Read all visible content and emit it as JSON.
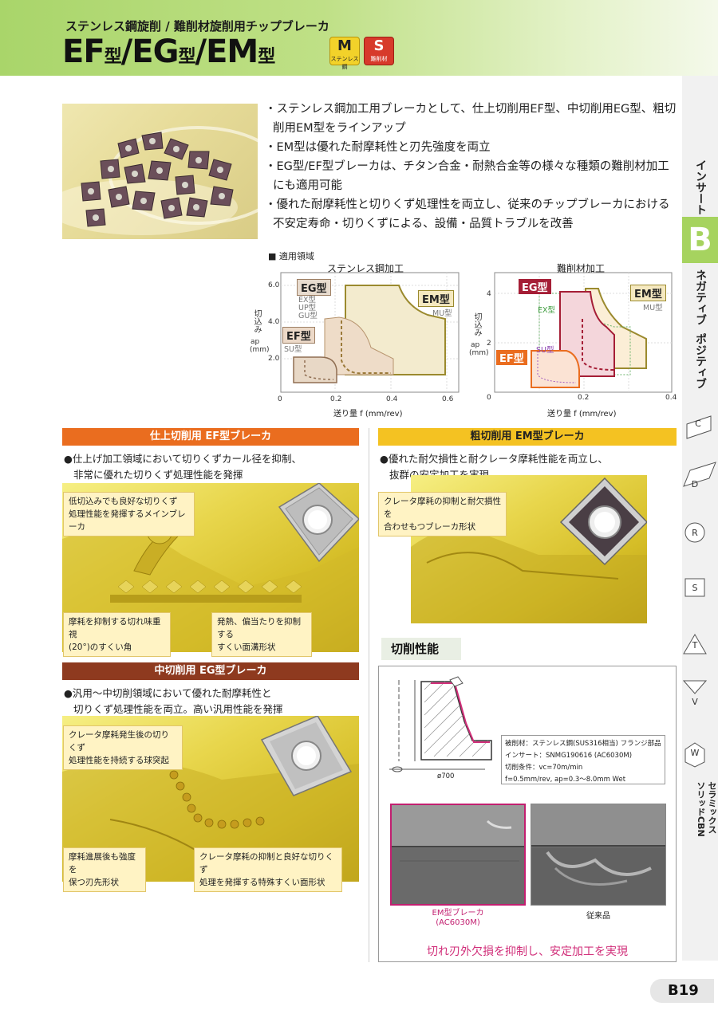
{
  "header": {
    "subtitle": "ステンレス鋼旋削 / 難削材旋削用チップブレーカ",
    "title_ef": "EF",
    "title_ef_suffix": "型",
    "title_sep1": "/",
    "title_eg": "EG",
    "title_eg_suffix": "型",
    "title_sep2": "/",
    "title_em": "EM",
    "title_em_suffix": "型",
    "badge_m": "M",
    "badge_m_caption": "ステンレス鋼",
    "badge_s": "S",
    "badge_s_caption": "難削材"
  },
  "side_tabs": {
    "insert": "インサート",
    "section": "B",
    "negative": "ネガティブ",
    "positive": "ポジティブ",
    "shapes": [
      "C",
      "D",
      "R",
      "S",
      "T",
      "V",
      "W"
    ],
    "ceramic": "セラミックス",
    "cbn": "ソリッドCBN"
  },
  "intro": {
    "bullets": [
      "・ステンレス鋼加工用ブレーカとして、仕上切削用EF型、中切削用EG型、粗切削用EM型をラインアップ",
      "・EM型は優れた耐摩耗性と刃先強度を両立",
      "・EG型/EF型ブレーカは、チタン合金・耐熱合金等の様々な種類の難削材加工にも適用可能",
      "・優れた耐摩耗性と切りくず処理性を両立し、従来のチップブレーカにおける不安定寿命・切りくずによる、設備・品質トラブルを改善"
    ]
  },
  "graphs": {
    "legend": "■ 適用領域",
    "left_title": "ステンレス鋼加工",
    "right_title": "難削材加工",
    "ylabel_1": "切込み",
    "ylabel_2": "ap",
    "ylabel_3": "(mm)",
    "xlabel": "送り量 f (mm/rev)",
    "left_y_ticks": [
      "6.0",
      "4.0",
      "2.0"
    ],
    "left_x_ticks": [
      "0",
      "0.2",
      "0.4",
      "0.6"
    ],
    "right_y_ticks": [
      "4",
      "2"
    ],
    "right_x_ticks": [
      "0",
      "0.2",
      "0.4"
    ],
    "left_labels": {
      "eg": "EG型",
      "ex": "EX型",
      "up": "UP型",
      "gu": "GU型",
      "ef": "EF型",
      "su": "SU型",
      "em": "EM型",
      "mu": "MU型"
    },
    "right_labels": {
      "eg": "EG型",
      "ex": "EX型",
      "ef": "EF型",
      "su": "SU型",
      "em": "EM型",
      "mu": "MU型"
    }
  },
  "ef_section": {
    "title": "仕上切削用 EF型ブレーカ",
    "desc_1": "●仕上げ加工領域において切りくずカール径を抑制、",
    "desc_2": "非常に優れた切りくず処理性能を発揮",
    "callout_main_1": "低切込みでも良好な切りくず",
    "callout_main_2": "処理性能を発揮するメインブレーカ",
    "callout_angle_1": "摩耗を抑制する切れ味重視",
    "callout_angle_2": "(20°)のすくい角",
    "callout_groove_1": "発熱、偏当たりを抑制する",
    "callout_groove_2": "すくい面溝形状"
  },
  "em_section": {
    "title": "粗切削用 EM型ブレーカ",
    "desc_1": "●優れた耐欠損性と耐クレータ摩耗性能を両立し、",
    "desc_2": "抜群の安定加工を実現",
    "callout_1": "クレータ摩耗の抑制と耐欠損性を",
    "callout_2": "合わせもつブレーカ形状"
  },
  "eg_section": {
    "title": "中切削用 EG型ブレーカ",
    "desc_1": "●汎用～中切削領域において優れた耐摩耗性と",
    "desc_2": "切りくず処理性能を両立。高い汎用性能を発揮",
    "callout_ball_1": "クレータ摩耗発生後の切りくず",
    "callout_ball_2": "処理性能を持続する球突起",
    "callout_edge_1": "摩耗進展後も強度を",
    "callout_edge_2": "保つ刃先形状",
    "callout_face_1": "クレータ摩耗の抑制と良好な切りくず",
    "callout_face_2": "処理を発揮する特殊すくい面形状"
  },
  "performance": {
    "title": "切削性能",
    "diameter": "ø700",
    "cond_1": "被削材：ステンレス鋼(SUS316相当) フランジ部品",
    "cond_2": "インサート：SNMG190616 (AC6030M)",
    "cond_3": "切削条件：vc=70m/min",
    "cond_4": "f=0.5mm/rev, ap=0.3～8.0mm Wet",
    "photo_left_1": "EM型ブレーカ",
    "photo_left_2": "(AC6030M)",
    "photo_right": "従来品",
    "conclusion": "切れ刃外欠損を抑制し、安定加工を実現"
  },
  "page": {
    "number": "B19"
  },
  "colors": {
    "accent_green": "#a6d35f",
    "ef_orange": "#ea6d1f",
    "em_yellow": "#f4c222",
    "eg_brown": "#8e3a1f",
    "em_olive": "#9b8a2e",
    "eg_red": "#a51e36",
    "pink_text": "#d12f7a"
  }
}
